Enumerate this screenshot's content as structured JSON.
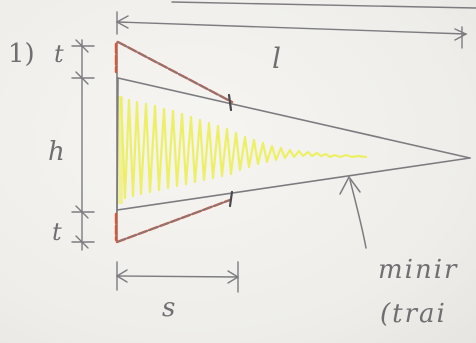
{
  "diagram": {
    "item_number": "1)",
    "labels": {
      "top_thickness": "t",
      "bottom_thickness": "t",
      "height": "h",
      "length": "l",
      "segment": "s"
    },
    "note_line1": "minir",
    "note_line2": "(trai",
    "colors": {
      "pencil": "#7c7c80",
      "red_outline": "#d9553a",
      "yellow_fill": "#ecef55",
      "paper": "#f1f0ed"
    }
  }
}
